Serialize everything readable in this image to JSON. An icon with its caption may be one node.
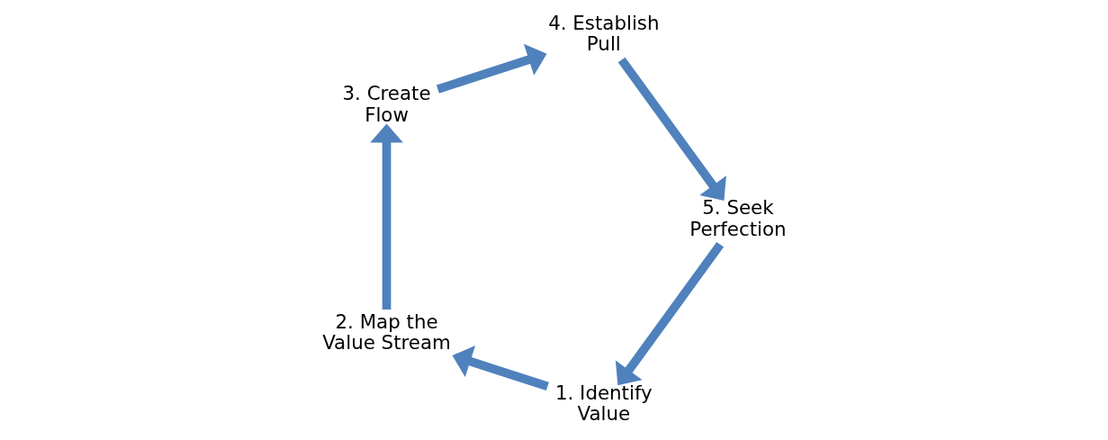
{
  "diagram": {
    "nodes": [
      {
        "text": [
          "1. Identify Value"
        ]
      },
      {
        "text": [
          "2. Map the Value Stream"
        ]
      },
      {
        "text": [
          "3. Create Flow"
        ]
      },
      {
        "text": [
          "4. Establish Pull"
        ]
      },
      {
        "text": [
          "5. Seek Perfection"
        ]
      }
    ],
    "edges": [
      {
        "from": 0,
        "to": 1,
        "arrow": "to"
      },
      {
        "from": 1,
        "to": 2,
        "arrow": "to"
      },
      {
        "from": 2,
        "to": 3,
        "arrow": "to"
      },
      {
        "from": 3,
        "to": 4,
        "arrow": "to"
      },
      {
        "from": 4,
        "to": 0,
        "arrow": "to"
      }
    ]
  }
}
